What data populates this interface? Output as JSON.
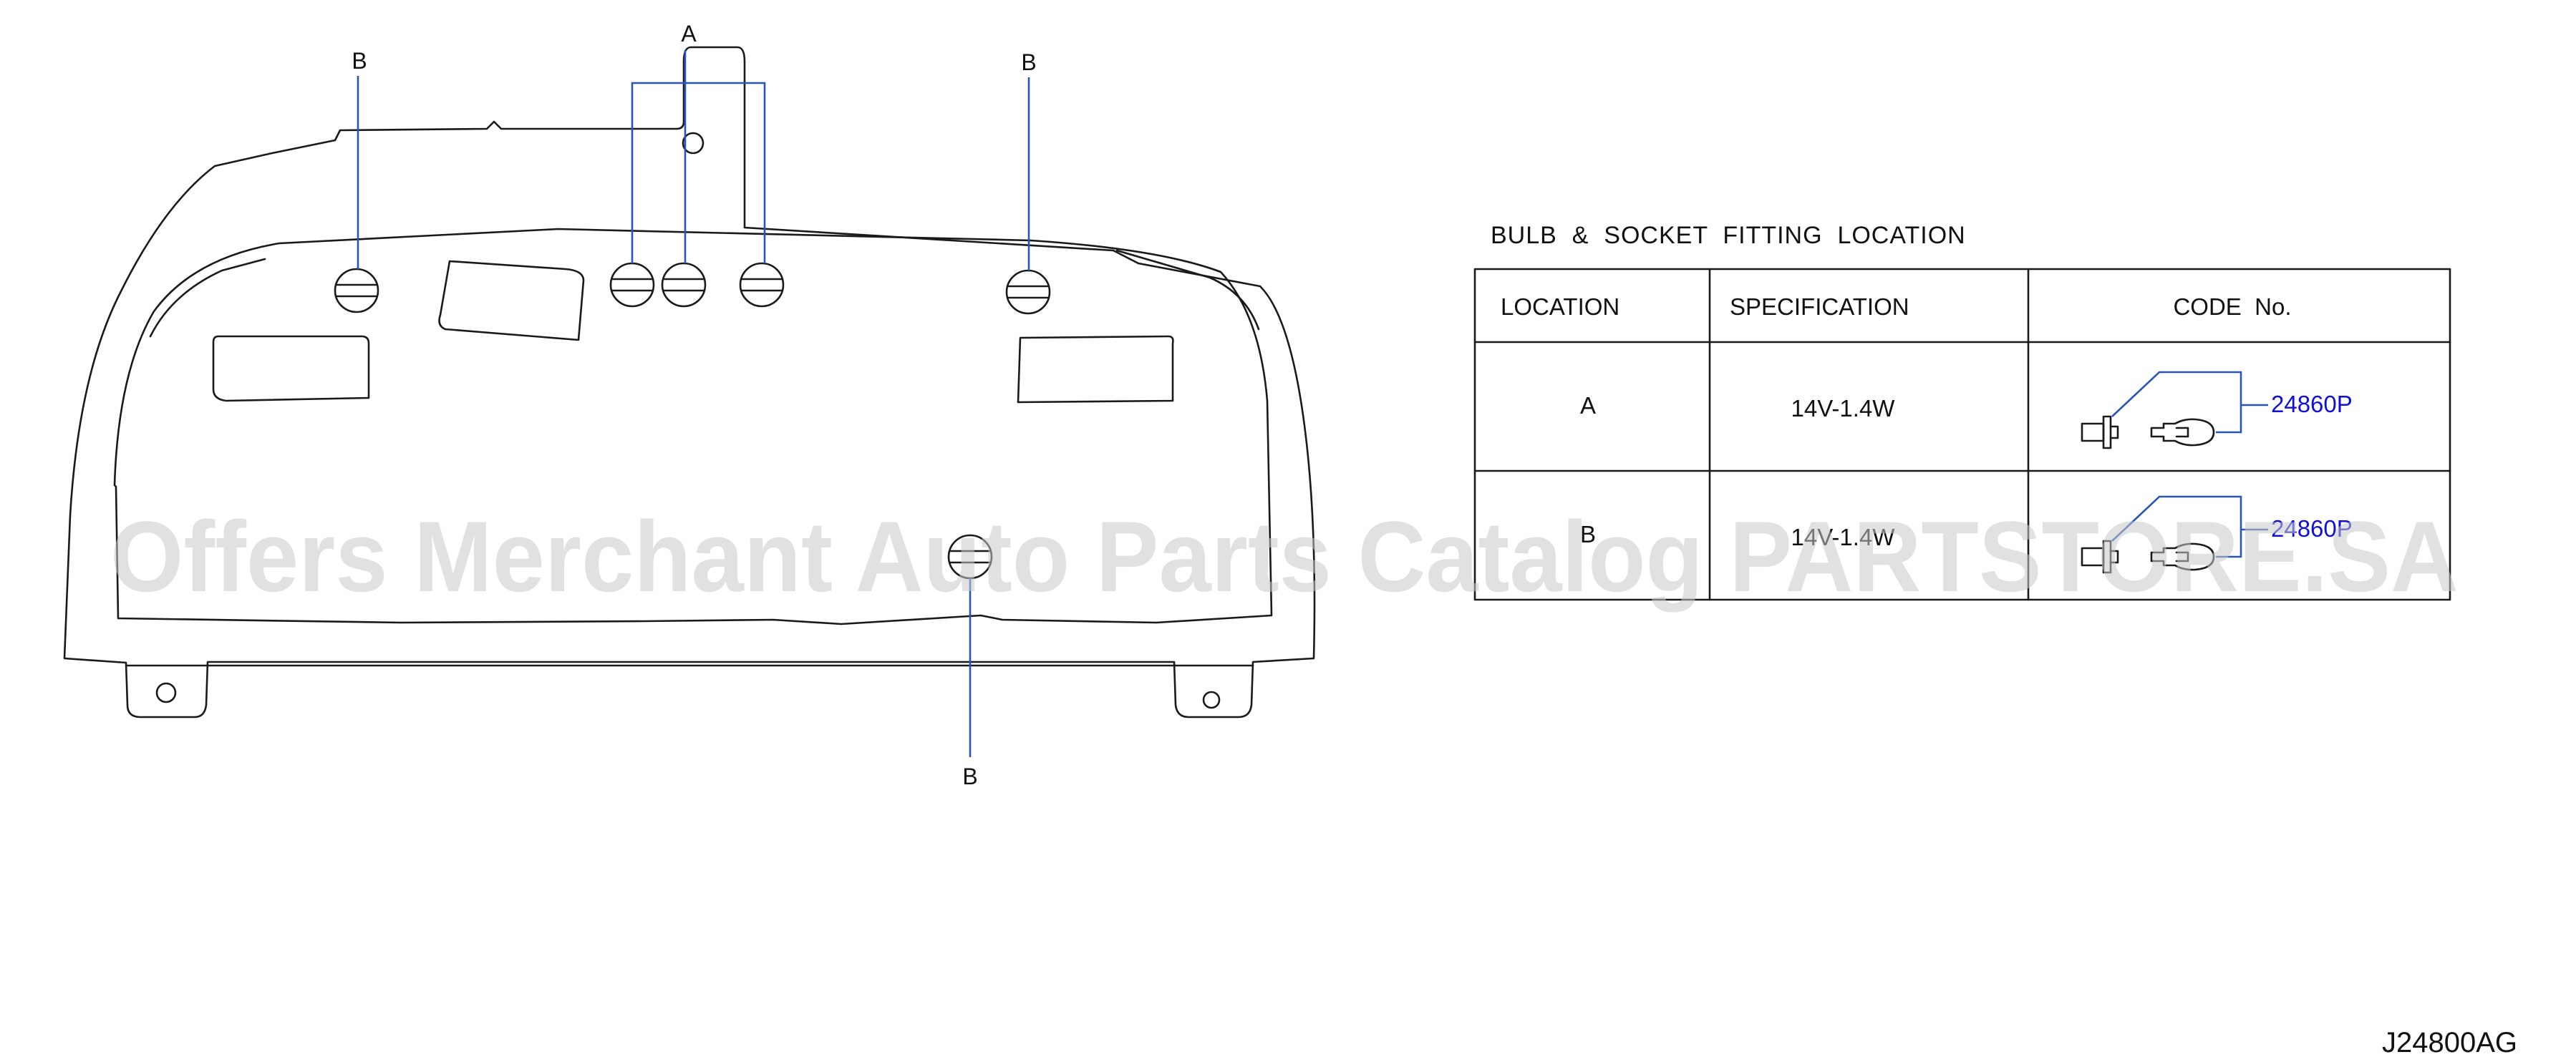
{
  "callouts": {
    "top_center": "A",
    "top_left": "B",
    "top_right": "B",
    "bottom": "B"
  },
  "table": {
    "title": "BULB  &  SOCKET  FITTING  LOCATION",
    "headers": [
      "LOCATION",
      "SPECIFICATION",
      "CODE  No."
    ],
    "rows": [
      {
        "location": "A",
        "specification": "14V-1.4W",
        "code": "24860P"
      },
      {
        "location": "B",
        "specification": "14V-1.4W",
        "code": "24860P"
      }
    ]
  },
  "drawing_id": "J24800AG",
  "watermark": "Offers Merchant Auto Parts Catalog PARTSTORE.SA",
  "colors": {
    "leader_line": "#2a55b8",
    "code_text": "#1010d8",
    "watermark": "#c8c8c8"
  }
}
